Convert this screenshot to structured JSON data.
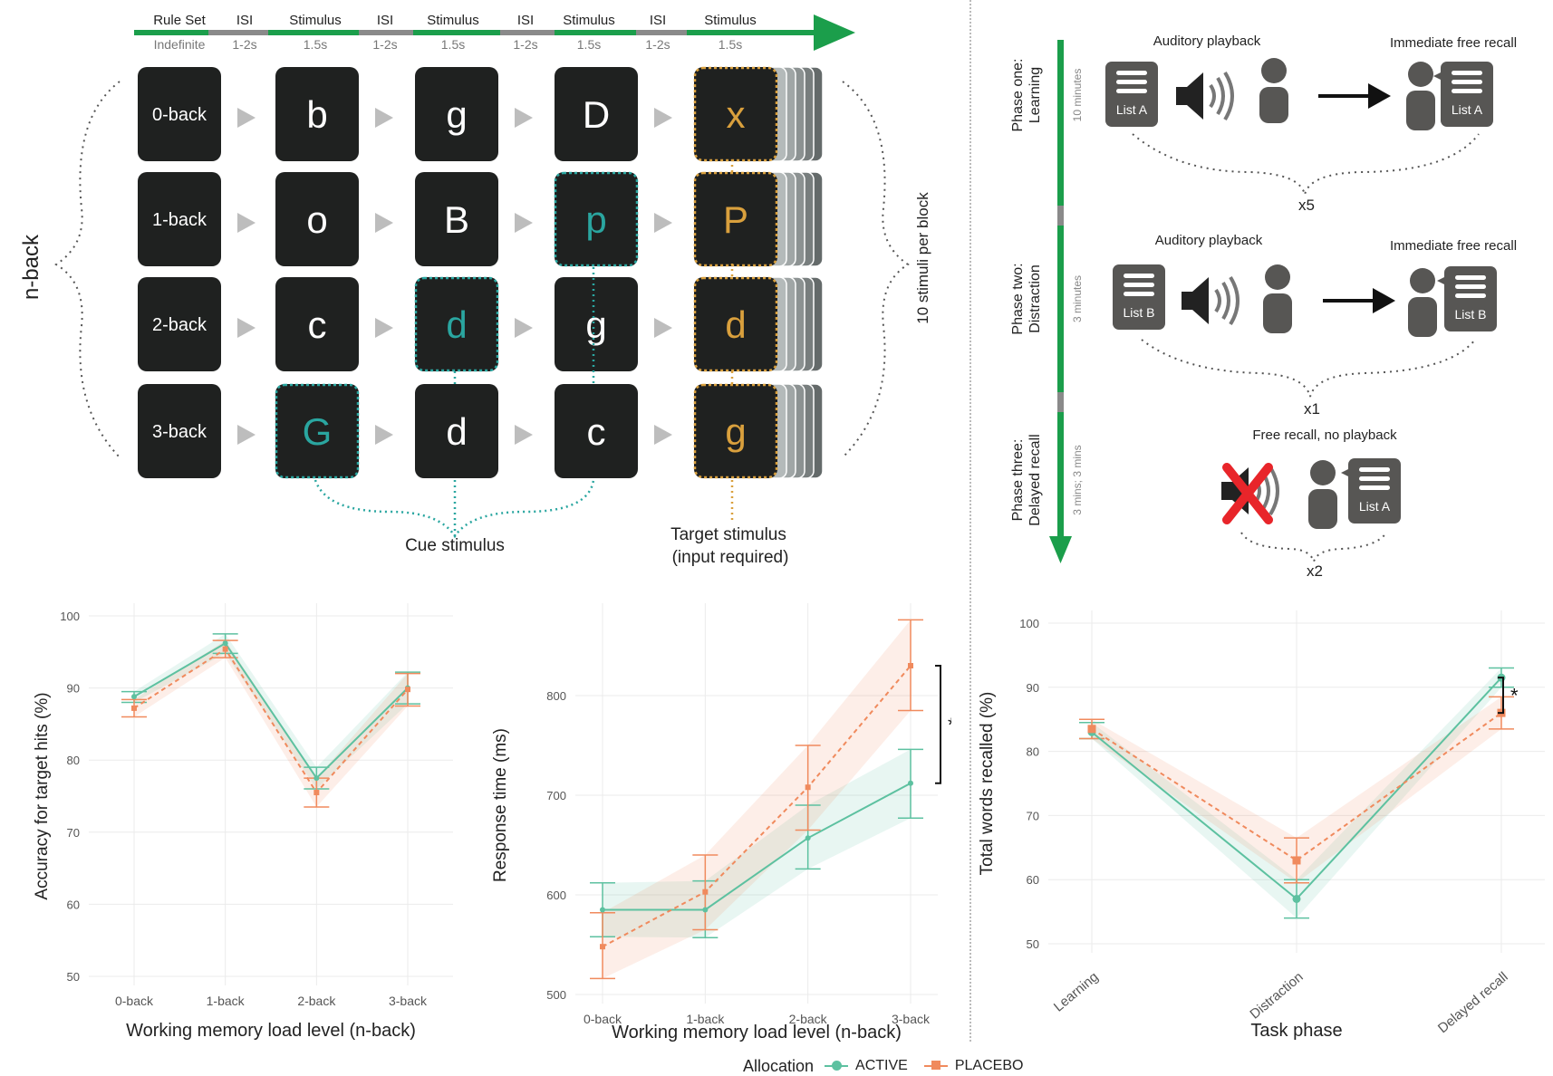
{
  "timeline": {
    "segments": [
      {
        "label": "Rule Set",
        "duration": "Indefinite"
      },
      {
        "label": "ISI",
        "duration": "1-2s"
      },
      {
        "label": "Stimulus",
        "duration": "1.5s"
      },
      {
        "label": "ISI",
        "duration": "1-2s"
      },
      {
        "label": "Stimulus",
        "duration": "1.5s"
      },
      {
        "label": "ISI",
        "duration": "1-2s"
      },
      {
        "label": "Stimulus",
        "duration": "1.5s"
      },
      {
        "label": "ISI",
        "duration": "1-2s"
      },
      {
        "label": "Stimulus",
        "duration": "1.5s"
      }
    ]
  },
  "nback": {
    "side_label": "n-back",
    "block_label": "10 stimuli per block",
    "cue_label": "Cue stimulus",
    "target_label_1": "Target stimulus",
    "target_label_2": "(input required)",
    "rows": [
      {
        "rule": "0-back",
        "stimuli": [
          "b",
          "g",
          "D",
          "x"
        ]
      },
      {
        "rule": "1-back",
        "stimuli": [
          "o",
          "B",
          "p",
          "P"
        ]
      },
      {
        "rule": "2-back",
        "stimuli": [
          "c",
          "d",
          "g",
          "d"
        ]
      },
      {
        "rule": "3-back",
        "stimuli": [
          "G",
          "d",
          "c",
          "g"
        ]
      }
    ]
  },
  "memory_task": {
    "phases": [
      {
        "title": "Phase one:",
        "subtitle": "Learning",
        "duration": "10 minutes",
        "left_caption": "Auditory playback",
        "right_caption": "Immediate free recall",
        "list_in": "List A",
        "list_out": "List A",
        "repeat": "x5"
      },
      {
        "title": "Phase two:",
        "subtitle": "Distraction",
        "duration": "3 minutes",
        "left_caption": "Auditory playback",
        "right_caption": "Immediate free recall",
        "list_in": "List B",
        "list_out": "List B",
        "repeat": "x1"
      },
      {
        "title": "Phase three:",
        "subtitle": "Delayed recall",
        "duration": "3 mins; 3 mins",
        "caption": "Free recall, no playback",
        "list_out": "List A",
        "repeat": "x2"
      }
    ]
  },
  "colors": {
    "active": "#5dc1a0",
    "placebo": "#f08a5d",
    "timeline_green": "#1b9e4b",
    "tile": "#1f2120",
    "cue": "#2aa6a0",
    "target": "#d9a03d"
  },
  "legend": {
    "title": "Allocation",
    "items": [
      "ACTIVE",
      "PLACEBO"
    ]
  },
  "chart_data": [
    {
      "type": "line",
      "xlabel": "Working memory load level (n-back)",
      "ylabel": "Accuracy for target hits (%)",
      "categories": [
        "0-back",
        "1-back",
        "2-back",
        "3-back"
      ],
      "ylim": [
        50,
        100
      ],
      "yticks": [
        50,
        60,
        70,
        80,
        90,
        100
      ],
      "series": [
        {
          "name": "ACTIVE",
          "values": [
            88.8,
            96.2,
            77.5,
            90.0
          ],
          "lower": [
            88.0,
            94.8,
            76.0,
            87.8
          ],
          "upper": [
            89.5,
            97.5,
            79.0,
            92.2
          ]
        },
        {
          "name": "PLACEBO",
          "values": [
            87.2,
            95.4,
            75.5,
            89.8
          ],
          "lower": [
            86.0,
            94.2,
            73.5,
            87.5
          ],
          "upper": [
            88.4,
            96.6,
            77.5,
            92.0
          ]
        }
      ]
    },
    {
      "type": "line",
      "xlabel": "Working memory load level (n-back)",
      "ylabel": "Response time (ms)",
      "categories": [
        "0-back",
        "1-back",
        "2-back",
        "3-back"
      ],
      "ylim": [
        500,
        880
      ],
      "yticks": [
        500,
        600,
        700,
        800
      ],
      "annotation": "*",
      "series": [
        {
          "name": "ACTIVE",
          "values": [
            585,
            585,
            657,
            712
          ],
          "lower": [
            558,
            557,
            626,
            677
          ],
          "upper": [
            612,
            614,
            690,
            746
          ]
        },
        {
          "name": "PLACEBO",
          "values": [
            548,
            603,
            708,
            830
          ],
          "lower": [
            516,
            565,
            665,
            785
          ],
          "upper": [
            582,
            640,
            750,
            876
          ]
        }
      ]
    },
    {
      "type": "line",
      "xlabel": "Task phase",
      "ylabel": "Total words recalled (%)",
      "categories": [
        "Learning",
        "Distraction",
        "Delayed recall"
      ],
      "ylim": [
        50,
        100
      ],
      "yticks": [
        50,
        60,
        70,
        80,
        90,
        100
      ],
      "annotation": "*",
      "series": [
        {
          "name": "ACTIVE",
          "values": [
            83.0,
            57.0,
            91.5
          ],
          "lower": [
            82.0,
            54.0,
            90.0
          ],
          "upper": [
            84.5,
            60.0,
            93.0
          ]
        },
        {
          "name": "PLACEBO",
          "values": [
            83.5,
            63.0,
            86.0
          ],
          "lower": [
            82.0,
            59.5,
            83.5
          ],
          "upper": [
            85.0,
            66.5,
            88.5
          ]
        }
      ]
    }
  ]
}
